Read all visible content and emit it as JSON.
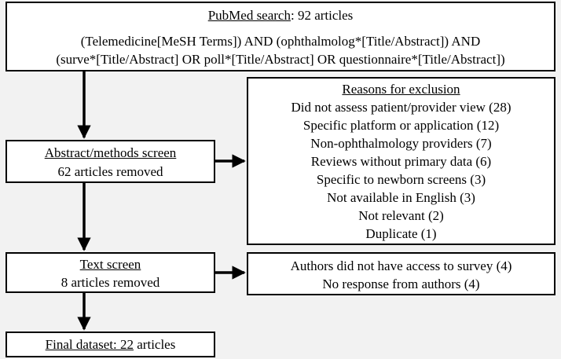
{
  "search": {
    "label": "PubMed search",
    "count": ":  92 articles",
    "query_line1": "(Telemedicine[MeSH Terms]) AND (ophthalmolog*[Title/Abstract]) AND",
    "query_line2": "(surve*[Title/Abstract] OR poll*[Title/Abstract] OR questionnaire*[Title/Abstract])"
  },
  "abstract_screen": {
    "label": "Abstract/methods screen",
    "removed": "62 articles removed"
  },
  "exclusion": {
    "title": "Reasons for exclusion",
    "reasons": [
      "Did not assess patient/provider view (28)",
      "Specific platform or application (12)",
      "Non-ophthalmology providers (7)",
      "Reviews without primary data (6)",
      "Specific to newborn screens (3)",
      "Not available in English (3)",
      "Not relevant (2)",
      "Duplicate (1)"
    ]
  },
  "text_screen": {
    "label": "Text screen",
    "removed": "8 articles removed"
  },
  "author_exclusion": {
    "line1": "Authors did not have access to survey (4)",
    "line2": "No response from authors (4)"
  },
  "final": {
    "label": "Final dataset: 22",
    "suffix": " articles"
  }
}
